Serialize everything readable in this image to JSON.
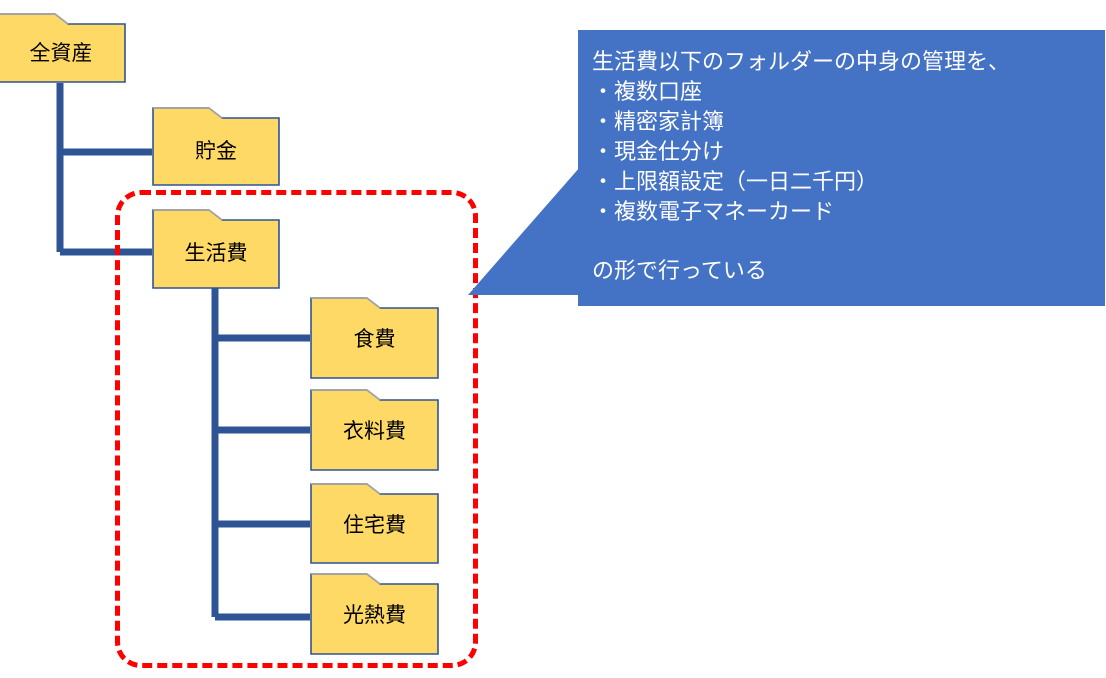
{
  "diagram": {
    "type": "folder-tree-with-callout",
    "colors": {
      "folder_fill": "#FFD966",
      "folder_border": "#2E5496",
      "connector": "#2E5496",
      "callout_fill": "#4472C4",
      "callout_text": "#FFFFFF",
      "highlight_dashed": "#FF0000",
      "background": "#FFFFFF"
    },
    "root": {
      "label": "全資産"
    },
    "level1": [
      {
        "label": "貯金"
      },
      {
        "label": "生活費"
      }
    ],
    "level2": [
      {
        "label": "食費"
      },
      {
        "label": "衣料費"
      },
      {
        "label": "住宅費"
      },
      {
        "label": "光熱費"
      }
    ],
    "highlight": {
      "label": "生活費-subtree-highlight",
      "style": "red-dashed-rounded-rectangle"
    },
    "callout": {
      "heading": "生活費以下のフォルダーの中身の管理を、",
      "bullets": [
        "・複数口座",
        "・精密家計簿",
        "・現金仕分け",
        "・上限額設定（一日二千円）",
        "・複数電子マネーカード"
      ],
      "footer": "の形で行っている",
      "full_text": "生活費以下のフォルダーの中身の管理を、\n・複数口座\n・精密家計簿\n・現金仕分け\n・上限額設定（一日二千円）\n・複数電子マネーカード\n\nの形で行っている"
    }
  }
}
